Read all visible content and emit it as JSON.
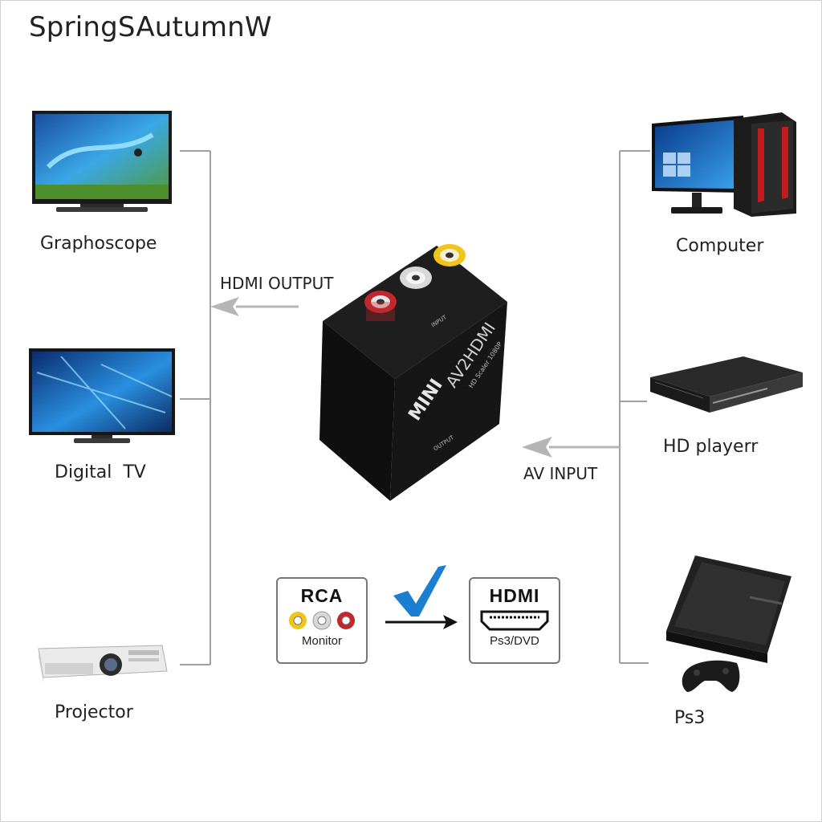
{
  "brand": "SpringSAutumnW",
  "left_devices": [
    {
      "label": "Graphoscope",
      "icon": "tv-icon"
    },
    {
      "label": "Digital  TV",
      "icon": "tv-icon"
    },
    {
      "label": "Projector",
      "icon": "projector-icon"
    }
  ],
  "right_devices": [
    {
      "label": "Computer",
      "icon": "computer-icon"
    },
    {
      "label": "HD playerr",
      "icon": "hd-player-icon"
    },
    {
      "label": "Ps3",
      "icon": "ps3-icon"
    }
  ],
  "hdmi_output_label": "HDMI OUTPUT",
  "av_input_label": "AV INPUT",
  "converter": {
    "top_text": "AV2HDMI",
    "sub_text": "HD Scaler 1080P",
    "mini_text": "MINI",
    "input_text": "INPUT",
    "output_text": "OUTPUT"
  },
  "rca_card": {
    "title": "RCA",
    "subtitle": "Monitor"
  },
  "hdmi_card": {
    "title": "HDMI",
    "subtitle": "Ps3/DVD"
  },
  "colors": {
    "line": "#a0a0a0",
    "arrow": "#b5b5b5",
    "check": "#1b7fd1",
    "rca_yellow": "#f0c419",
    "rca_red": "#c0282d",
    "rca_white": "#d8d8d8"
  }
}
